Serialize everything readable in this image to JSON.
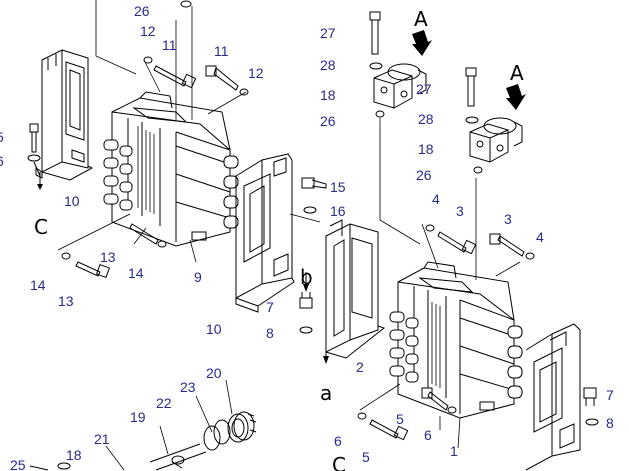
{
  "diagram": {
    "callouts": {
      "c26a": "26",
      "c12a": "12",
      "c11a": "11",
      "c11b": "11",
      "c12b": "12",
      "c5a": "5",
      "c6a": "6",
      "c10a": "10",
      "c13a": "13",
      "c14a": "14",
      "c14b": "14",
      "c13b": "13",
      "c9": "9",
      "c10b": "10",
      "c15": "15",
      "c16": "16",
      "c7a": "7",
      "c8a": "8",
      "c27a": "27",
      "c28a": "28",
      "c18a": "18",
      "c26b": "26",
      "c27b": "27",
      "c28b": "28",
      "c18b": "18",
      "c26c": "26",
      "c4a": "4",
      "c3a": "3",
      "c3b": "3",
      "c4b": "4",
      "c2": "2",
      "c1": "1",
      "c5b": "5",
      "c6b": "6",
      "c6c": "6",
      "c5c": "5",
      "c7b": "7",
      "c8b": "8",
      "c20": "20",
      "c23": "23",
      "c22": "22",
      "c19": "19",
      "c21": "21",
      "c18c": "18",
      "c25": "25"
    },
    "view_labels": {
      "A1": "A",
      "A2": "A",
      "b1": "b",
      "a1": "a",
      "C1": "C",
      "C2": "C"
    }
  }
}
